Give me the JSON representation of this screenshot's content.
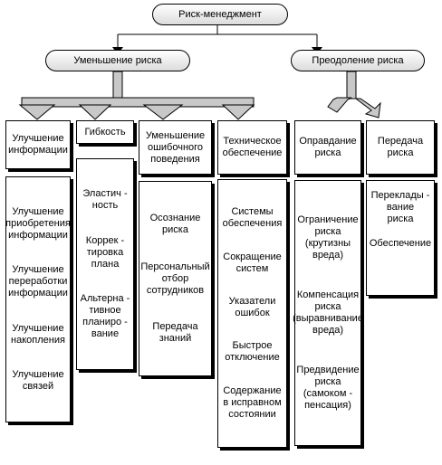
{
  "root": "Риск-менеджмент",
  "branches": [
    {
      "label": "Уменьшение риска",
      "groups": [
        {
          "title": "Улучшение\nинформации",
          "items": [
            "Улучшение\nприобретения\nинформации",
            "Улучшение\nпереработки\nинформации",
            "Улучшение\nнакопления",
            "Улучшение\nсвязей"
          ]
        },
        {
          "title": "Гибкость",
          "items": [
            "Эластич -\nность",
            "Коррек -\nтировка\nплана",
            "Альтерна -\nтивное\nпланиро -\nвание"
          ]
        },
        {
          "title": "Уменьшение\nошибочного\nповедения",
          "items": [
            "Осознание\nриска",
            "Персональный\nотбор\nсотрудников",
            "Передача\nзнаний"
          ]
        },
        {
          "title": "Техническое\nобеспечение",
          "items": [
            "Системы\nобеспечения",
            "Сокращение\nсистем",
            "Указатели\nошибок",
            "Быстрое\nотключение",
            "Содержание\nв исправном\nсостоянии"
          ]
        }
      ]
    },
    {
      "label": "Преодоление     риска",
      "groups": [
        {
          "title": "Оправдание\nриска",
          "items": [
            "Ограничение\nриска\n(крутизны\nвреда)",
            "Компенсация\nриска\n(выравнивание\nвреда)",
            "Предвидение\nриска\n(самоком -\nпенсация)"
          ]
        },
        {
          "title": "Передача\nриска",
          "items": [
            "Переклады -\nвание\nриска",
            "Обеспечение"
          ]
        }
      ]
    }
  ]
}
